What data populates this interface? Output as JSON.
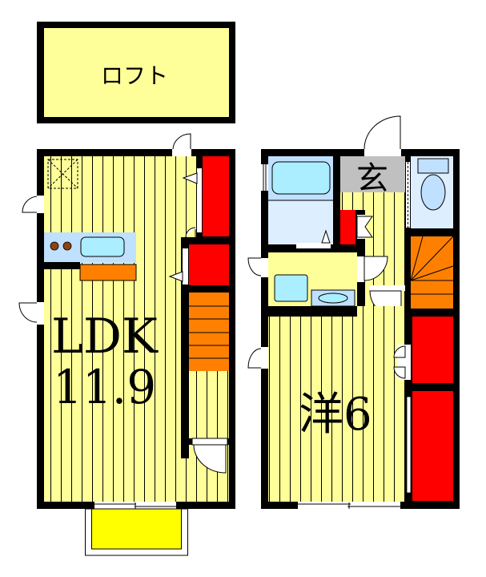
{
  "floor_plan": {
    "loft": {
      "label": "ロフト"
    },
    "ldk": {
      "label": "LDK",
      "size": "11.9"
    },
    "entrance": {
      "label": "玄"
    },
    "western_room": {
      "label": "洋",
      "size": "6"
    }
  },
  "colors": {
    "wall": "#000000",
    "floor_yellow": "#ffff99",
    "balcony_yellow": "#ffff00",
    "closet_red": "#ff0000",
    "stairs_orange": "#ff8000",
    "bath_blue": "#c0e0ff",
    "fixture_blue": "#aaeeff",
    "entrance_gray": "#c0c0c0",
    "burner_brown": "#8b4513"
  }
}
